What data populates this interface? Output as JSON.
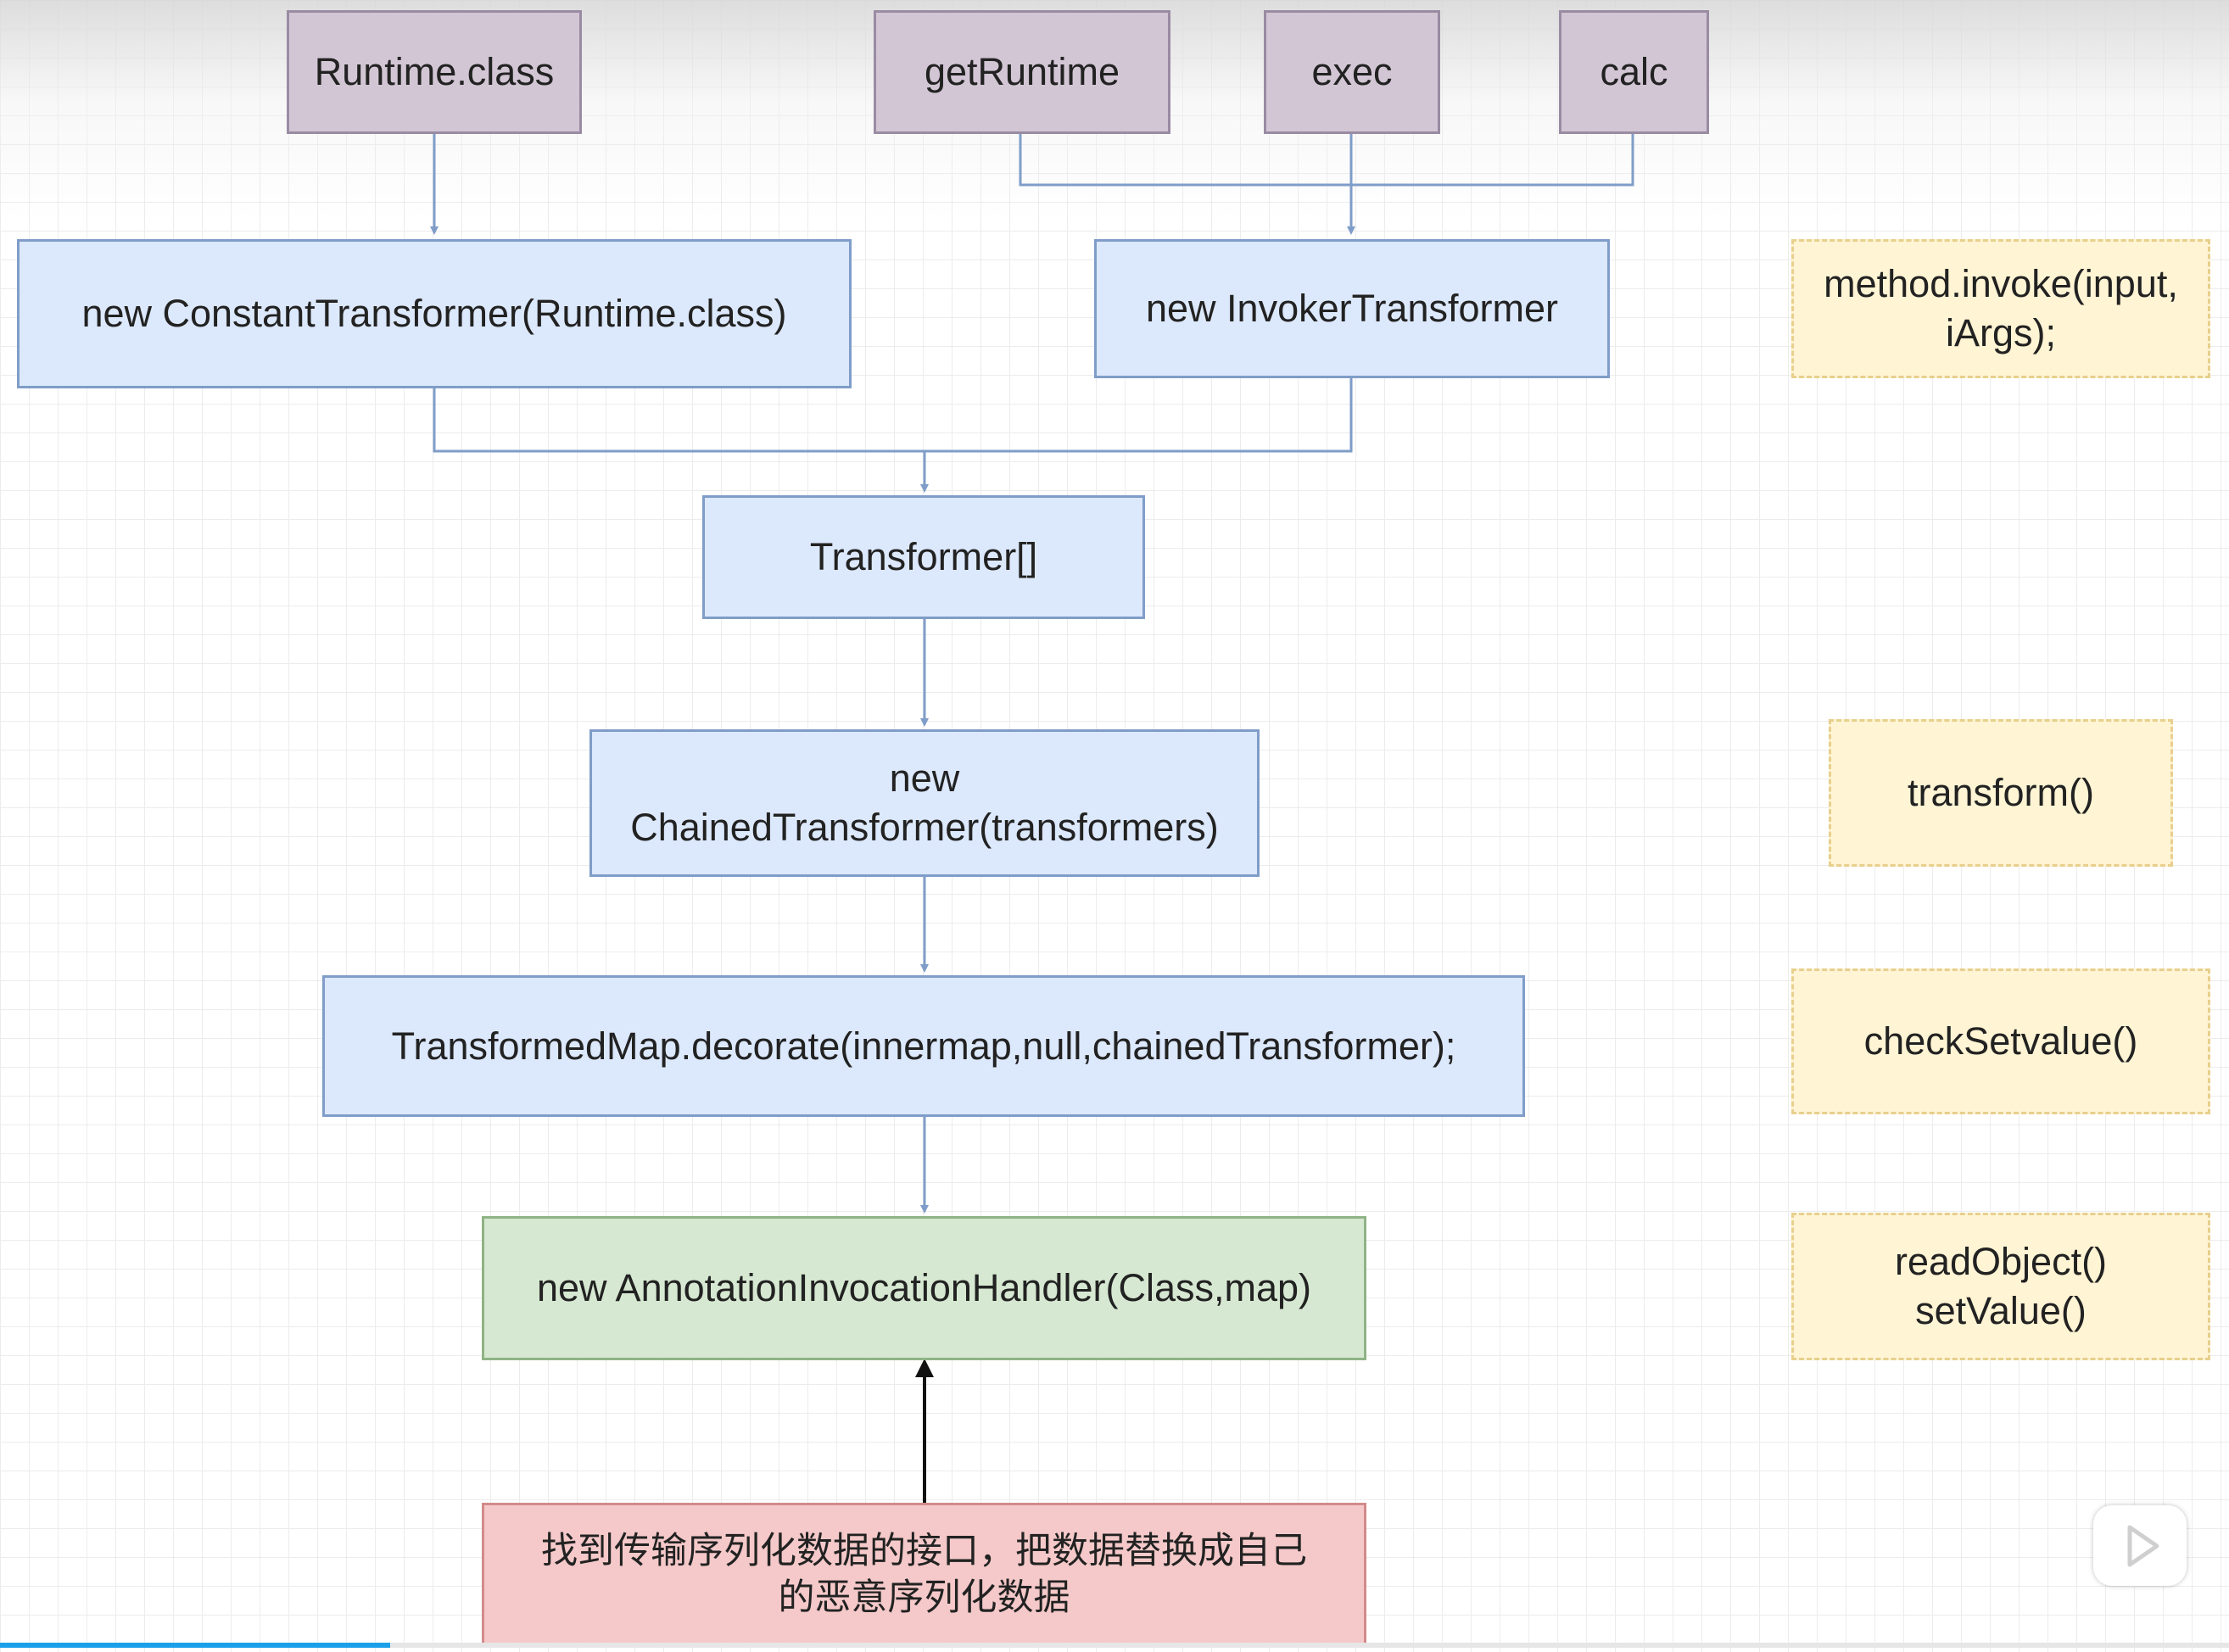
{
  "nodes": {
    "runtime_class": "Runtime.class",
    "get_runtime": "getRuntime",
    "exec": "exec",
    "calc": "calc",
    "constant_transformer": "new ConstantTransformer(Runtime.class)",
    "invoker_transformer": "new InvokerTransformer",
    "transformer_array": "Transformer[]",
    "chained_transformer_line1": "new",
    "chained_transformer_line2": "ChainedTransformer(transformers)",
    "transformed_map": "TransformedMap.decorate(innermap,null,chainedTransformer);",
    "annotation_handler": "new AnnotationInvocationHandler(Class,map)",
    "find_interface_line1": "找到传输序列化数据的接口，把数据替换成自己",
    "find_interface_line2": "的恶意序列化数据"
  },
  "notes": {
    "method_invoke_line1": "method.invoke(input,",
    "method_invoke_line2": "iArgs);",
    "transform": "transform()",
    "check_setvalue": "checkSetvalue()",
    "read_object": "readObject()",
    "set_value": "setValue()"
  },
  "player": {
    "progress": 0.175,
    "play_icon": "play-icon"
  },
  "colors": {
    "purple_fill": "#d2c6d4",
    "blue_fill": "#dce8fb",
    "green_fill": "#d6e8d1",
    "red_fill": "#f5c9c9",
    "note_fill": "#fff4d4",
    "connector": "#7f9dc8",
    "progress": "#1aa0e8"
  }
}
